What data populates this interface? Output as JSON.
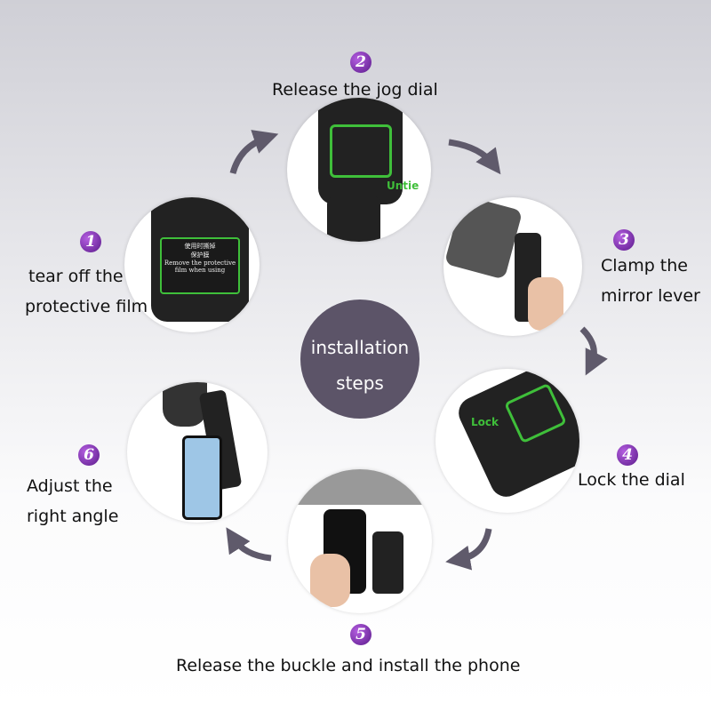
{
  "center": {
    "line1": "installation",
    "line2": "steps"
  },
  "steps": [
    {
      "number": "1",
      "label_line1": "tear off the",
      "label_line2": "protective film",
      "film_cn_line1": "使用时撕掉",
      "film_cn_line2": "保护膜",
      "film_en_line1": "Remove the protective",
      "film_en_line2": "film when using"
    },
    {
      "number": "2",
      "label": "Release the jog dial",
      "callout": "Untie"
    },
    {
      "number": "3",
      "label_line1": "Clamp the",
      "label_line2": "mirror lever"
    },
    {
      "number": "4",
      "label": "Lock the dial",
      "callout": "Lock"
    },
    {
      "number": "5",
      "label": "Release the buckle and install the phone"
    },
    {
      "number": "6",
      "label_line1": "Adjust the",
      "label_line2": "right angle"
    }
  ],
  "colors": {
    "accent": "#3fbf3a",
    "center": "#5c5468",
    "arrow": "#5f5a6b",
    "badge": "#6a1fa0"
  }
}
